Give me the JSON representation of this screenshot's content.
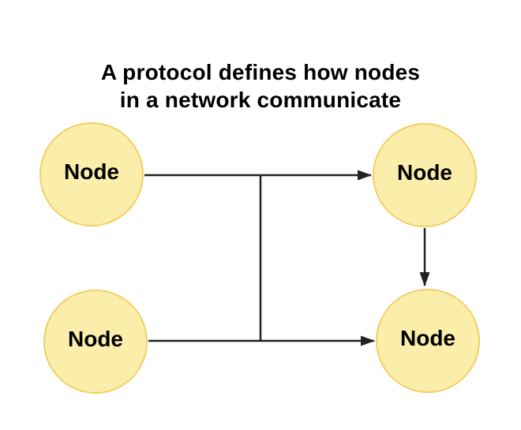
{
  "title": {
    "line1": "A protocol defines how nodes",
    "line2": "in a network communicate"
  },
  "nodes": [
    {
      "id": "node-top-left",
      "label": "Node"
    },
    {
      "id": "node-top-right",
      "label": "Node"
    },
    {
      "id": "node-bottom-left",
      "label": "Node"
    },
    {
      "id": "node-bottom-right",
      "label": "Node"
    }
  ],
  "edges": [
    {
      "from": "node-top-left",
      "to": "node-top-right",
      "style": "arrow"
    },
    {
      "from": "node-bottom-left",
      "to": "node-bottom-right",
      "style": "arrow"
    },
    {
      "from": "node-top-right",
      "to": "node-bottom-right",
      "style": "arrow"
    },
    {
      "from": "top-edge-midpoint",
      "to": "bottom-edge-midpoint",
      "style": "plain-vertical-connector"
    }
  ],
  "colors": {
    "background": "#ffffff",
    "node_fill": "#fbeeab",
    "node_border": "#f2cf66",
    "connector": "#212121",
    "text": "#000000"
  }
}
